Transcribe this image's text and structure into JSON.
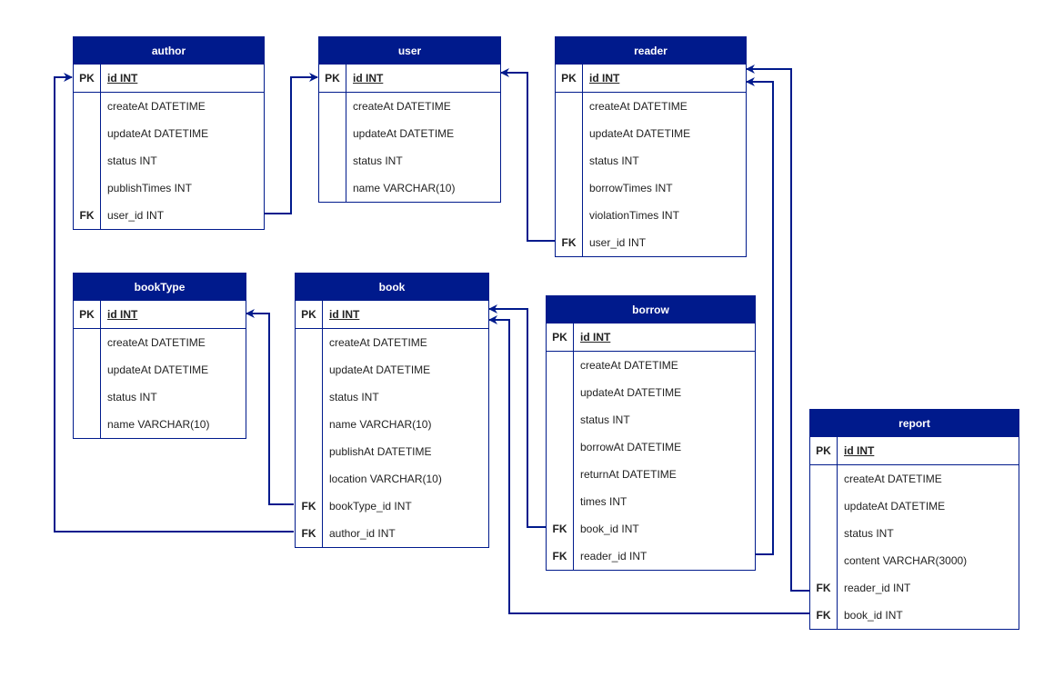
{
  "entities": [
    {
      "id": "author",
      "title": "author",
      "pk": {
        "key": "PK",
        "field": "id INT"
      },
      "rows": [
        {
          "key": "",
          "field": "createAt DATETIME"
        },
        {
          "key": "",
          "field": "updateAt DATETIME"
        },
        {
          "key": "",
          "field": "status INT"
        },
        {
          "key": "",
          "field": "publishTimes INT"
        },
        {
          "key": "FK",
          "field": "user_id INT"
        }
      ]
    },
    {
      "id": "user",
      "title": "user",
      "pk": {
        "key": "PK",
        "field": "id INT"
      },
      "rows": [
        {
          "key": "",
          "field": "createAt DATETIME"
        },
        {
          "key": "",
          "field": "updateAt DATETIME"
        },
        {
          "key": "",
          "field": "status INT"
        },
        {
          "key": "",
          "field": "name VARCHAR(10)"
        }
      ]
    },
    {
      "id": "reader",
      "title": "reader",
      "pk": {
        "key": "PK",
        "field": "id INT"
      },
      "rows": [
        {
          "key": "",
          "field": "createAt DATETIME"
        },
        {
          "key": "",
          "field": "updateAt DATETIME"
        },
        {
          "key": "",
          "field": "status INT"
        },
        {
          "key": "",
          "field": "borrowTimes INT"
        },
        {
          "key": "",
          "field": "violationTimes INT"
        },
        {
          "key": "FK",
          "field": "user_id INT"
        }
      ]
    },
    {
      "id": "booktype",
      "title": "bookType",
      "pk": {
        "key": "PK",
        "field": "id INT"
      },
      "rows": [
        {
          "key": "",
          "field": "createAt DATETIME"
        },
        {
          "key": "",
          "field": "updateAt DATETIME"
        },
        {
          "key": "",
          "field": "status INT"
        },
        {
          "key": "",
          "field": "name VARCHAR(10)"
        }
      ]
    },
    {
      "id": "book",
      "title": "book",
      "pk": {
        "key": "PK",
        "field": "id INT"
      },
      "rows": [
        {
          "key": "",
          "field": "createAt DATETIME"
        },
        {
          "key": "",
          "field": "updateAt DATETIME"
        },
        {
          "key": "",
          "field": "status INT"
        },
        {
          "key": "",
          "field": "name VARCHAR(10)"
        },
        {
          "key": "",
          "field": "publishAt DATETIME"
        },
        {
          "key": "",
          "field": "location VARCHAR(10)"
        },
        {
          "key": "FK",
          "field": "bookType_id INT"
        },
        {
          "key": "FK",
          "field": "author_id INT"
        }
      ]
    },
    {
      "id": "borrow",
      "title": "borrow",
      "pk": {
        "key": "PK",
        "field": "id INT"
      },
      "rows": [
        {
          "key": "",
          "field": "createAt DATETIME"
        },
        {
          "key": "",
          "field": "updateAt DATETIME"
        },
        {
          "key": "",
          "field": "status INT"
        },
        {
          "key": "",
          "field": "borrowAt DATETIME"
        },
        {
          "key": "",
          "field": "returnAt DATETIME"
        },
        {
          "key": "",
          "field": "times INT"
        },
        {
          "key": "FK",
          "field": "book_id INT"
        },
        {
          "key": "FK",
          "field": "reader_id INT"
        }
      ]
    },
    {
      "id": "report",
      "title": "report",
      "pk": {
        "key": "PK",
        "field": "id INT"
      },
      "rows": [
        {
          "key": "",
          "field": "createAt DATETIME"
        },
        {
          "key": "",
          "field": "updateAt DATETIME"
        },
        {
          "key": "",
          "field": "status INT"
        },
        {
          "key": "",
          "field": "content VARCHAR(3000)"
        },
        {
          "key": "FK",
          "field": "reader_id INT"
        },
        {
          "key": "FK",
          "field": "book_id INT"
        }
      ]
    }
  ],
  "relationships": [
    {
      "from": "author.user_id",
      "to": "user.id"
    },
    {
      "from": "reader.user_id",
      "to": "user.id"
    },
    {
      "from": "book.bookType_id",
      "to": "bookType.id"
    },
    {
      "from": "book.author_id",
      "to": "author.id"
    },
    {
      "from": "borrow.book_id",
      "to": "book.id"
    },
    {
      "from": "borrow.reader_id",
      "to": "reader.id"
    },
    {
      "from": "report.reader_id",
      "to": "reader.id"
    },
    {
      "from": "report.book_id",
      "to": "book.id"
    }
  ],
  "colors": {
    "header": "#001a8c",
    "border": "#001a8c",
    "link": "#001a8c"
  }
}
